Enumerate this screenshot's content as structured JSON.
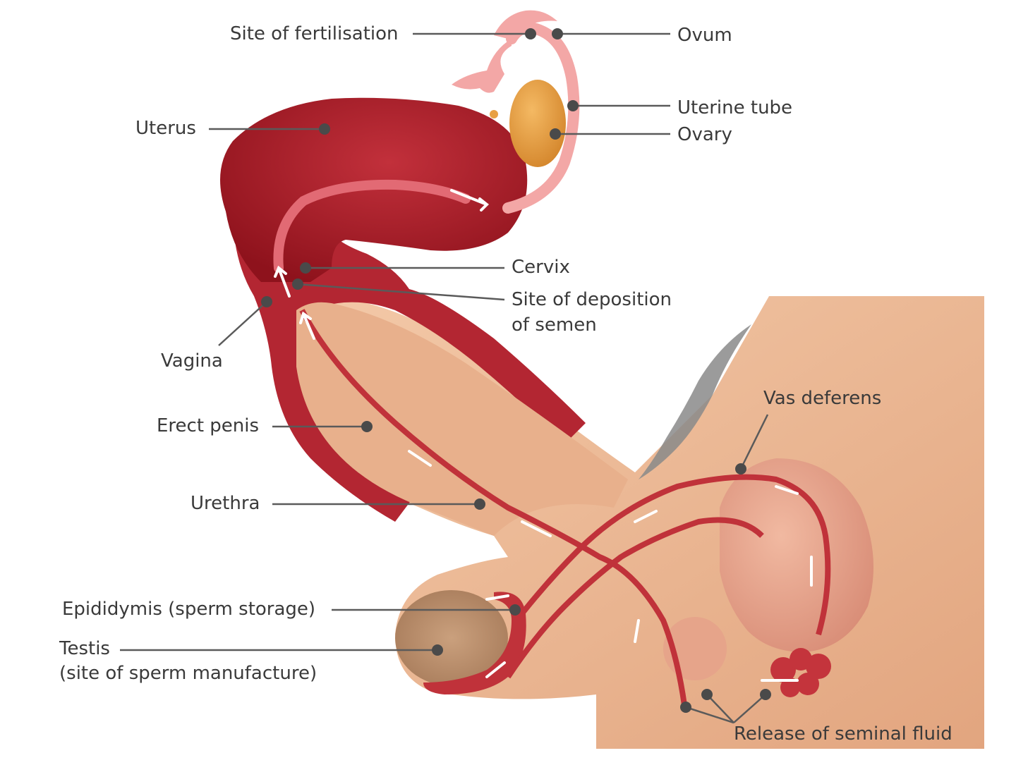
{
  "labels": {
    "site_of_fertilisation": "Site of fertilisation",
    "ovum": "Ovum",
    "uterine_tube": "Uterine tube",
    "ovary": "Ovary",
    "uterus": "Uterus",
    "cervix": "Cervix",
    "site_of_deposition_line1": "Site of deposition",
    "site_of_deposition_line2": "of semen",
    "vagina": "Vagina",
    "erect_penis": "Erect penis",
    "urethra": "Urethra",
    "vas_deferens": "Vas deferens",
    "epididymis": "Epididymis (sperm storage)",
    "testis_line1": "Testis",
    "testis_line2": "(site of sperm manufacture)",
    "release_of_seminal_fluid": "Release of seminal fluid"
  },
  "colors": {
    "skin": "#eebc98",
    "skin_shadow": "#d99d78",
    "uterus_dark": "#9e1622",
    "uterus_mid": "#b92b35",
    "uterus_light": "#e0707a",
    "tube_pink": "#f4a9a8",
    "ovary": "#e8a043",
    "duct_red": "#c0323a",
    "hair": "#7b7b7b",
    "label_text": "#3a3a3a"
  }
}
